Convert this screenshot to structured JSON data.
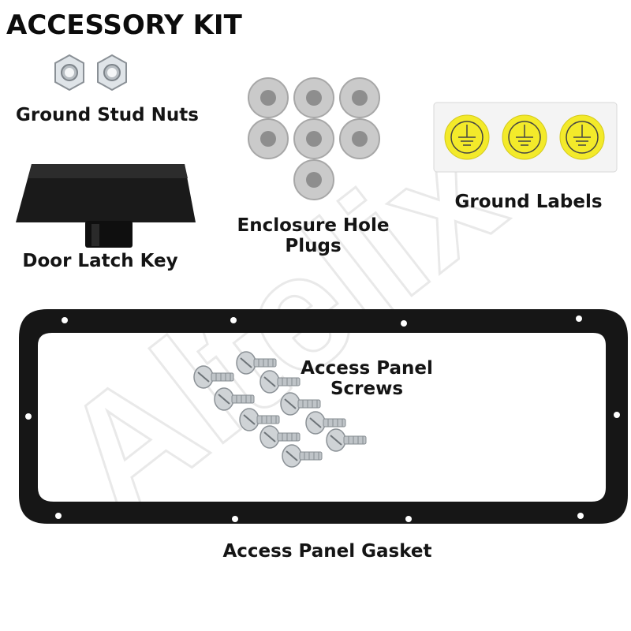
{
  "title": "ACCESSORY KIT",
  "labels": {
    "ground_stud_nuts": "Ground Stud Nuts",
    "door_latch_key": "Door Latch Key",
    "enclosure_hole_plugs_line1": "Enclosure Hole",
    "enclosure_hole_plugs_line2": "Plugs",
    "ground_labels": "Ground Labels",
    "access_panel_screws_line1": "Access Panel",
    "access_panel_screws_line2": "Screws",
    "access_panel_gasket": "Access Panel Gasket"
  },
  "watermark": "Altelix",
  "colors": {
    "gasket": "#151515",
    "label_yellow": "#f3ea2a",
    "plug_gray": "#c9c9c9",
    "latch_black": "#141414"
  }
}
